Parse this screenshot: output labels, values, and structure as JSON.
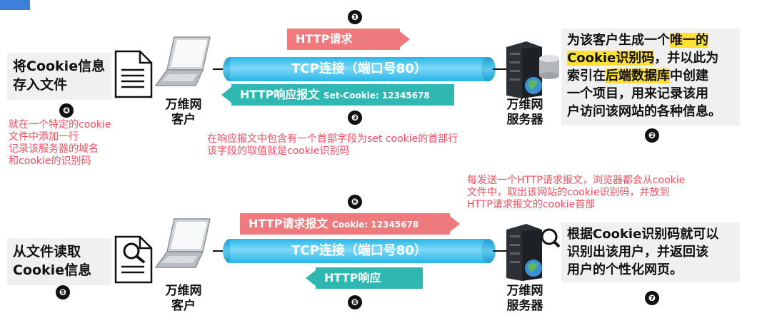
{
  "top": {
    "step1": "❶",
    "request_label": "HTTP请求",
    "tcp_label": "TCP连接（端口号80）",
    "response_label": "HTTP响应报文",
    "response_cookie": "Set-Cookie: 12345678",
    "step3": "❸",
    "client_label_1": "万维网",
    "client_label_2": "客户",
    "server_label_1": "万维网",
    "server_label_2": "服务器",
    "store_box_1": "将Cookie信息",
    "store_box_2": "存入文件",
    "step4": "❹",
    "note4": [
      "就在一个特定的cookie",
      "文件中添加一行",
      "记录该服务器的域名",
      "和cookie的识别码"
    ],
    "note3": [
      "在响应报文中包含有一个首部字段为set cookie的首部行",
      "该字段的取值就是cookie识别码"
    ],
    "server_box": {
      "line1_a": "为该客户生成一个",
      "line1_hl": "唯一的",
      "line2_hl": "Cookie识别码",
      "line2_b": "，并以此为",
      "line3_a": "索引在",
      "line3_hl": "后端数据库",
      "line3_b": "中创建",
      "line4": "一个项目，用来记录该用",
      "line5": "户访问该网站的各种信息。"
    },
    "step2": "❷"
  },
  "bottom": {
    "step6": "❻",
    "request_label": "HTTP请求报文",
    "request_cookie": "Cookie: 12345678",
    "tcp_label": "TCP连接（端口号80）",
    "response_label": "HTTP响应",
    "step8": "❽",
    "client_label_1": "万维网",
    "client_label_2": "客户",
    "server_label_1": "万维网",
    "server_label_2": "服务器",
    "read_box_1": "从文件读取",
    "read_box_2": "Cookie信息",
    "step5": "❺",
    "note6": [
      "每发送一个HTTP请求报文，浏览器都会从cookie",
      "文件中，取出该网站的cookie识别码，并放到",
      "HTTP请求报文的cookie首部"
    ],
    "server_box": [
      "根据Cookie识别码就可以",
      "识别出该用户，并返回该",
      "用户的个性化网页。"
    ],
    "step7": "❼"
  },
  "colors": {
    "request_red": "#ef7a7e",
    "response_teal": "#2fb8b1",
    "pipe_blue": "#27b6e8",
    "highlight_yellow": "#ffe135",
    "note_pink": "#f04e5e"
  }
}
